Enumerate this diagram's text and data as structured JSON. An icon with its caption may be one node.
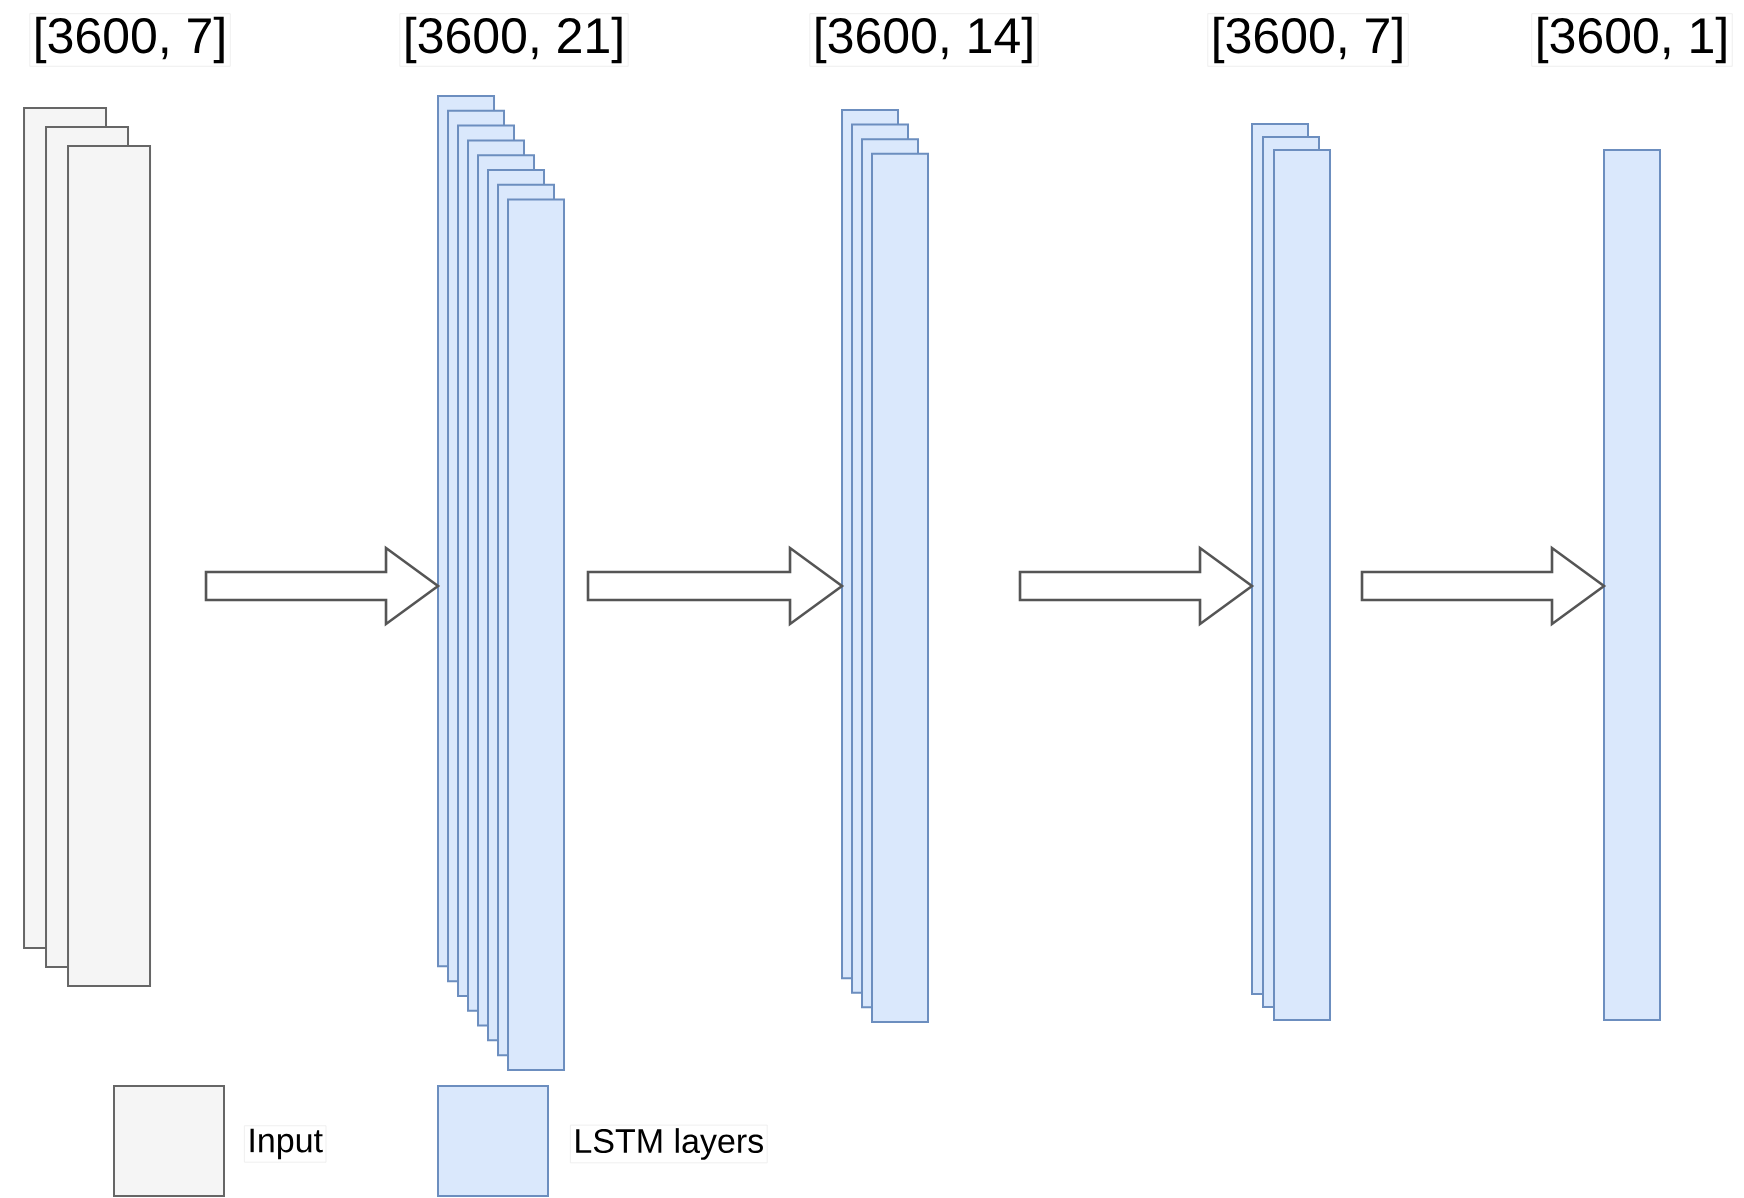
{
  "diagram": {
    "nodes": [
      {
        "text": [
          "[3600, 7]"
        ]
      },
      {
        "text": [
          "[3600, 21]"
        ]
      },
      {
        "text": [
          "[3600, 14]"
        ]
      },
      {
        "text": [
          "[3600, 7]"
        ]
      },
      {
        "text": [
          "[3600, 1]"
        ]
      }
    ],
    "edges": [
      {
        "from": 0,
        "to": 1,
        "arrow": "to"
      },
      {
        "from": 1,
        "to": 2,
        "arrow": "to"
      },
      {
        "from": 2,
        "to": 3,
        "arrow": "to"
      },
      {
        "from": 3,
        "to": 4,
        "arrow": "to"
      }
    ],
    "legend": [
      {
        "text": "Input",
        "color": "#f5f5f5"
      },
      {
        "text": "LSTM layers",
        "color": "#dae8fc"
      }
    ]
  }
}
